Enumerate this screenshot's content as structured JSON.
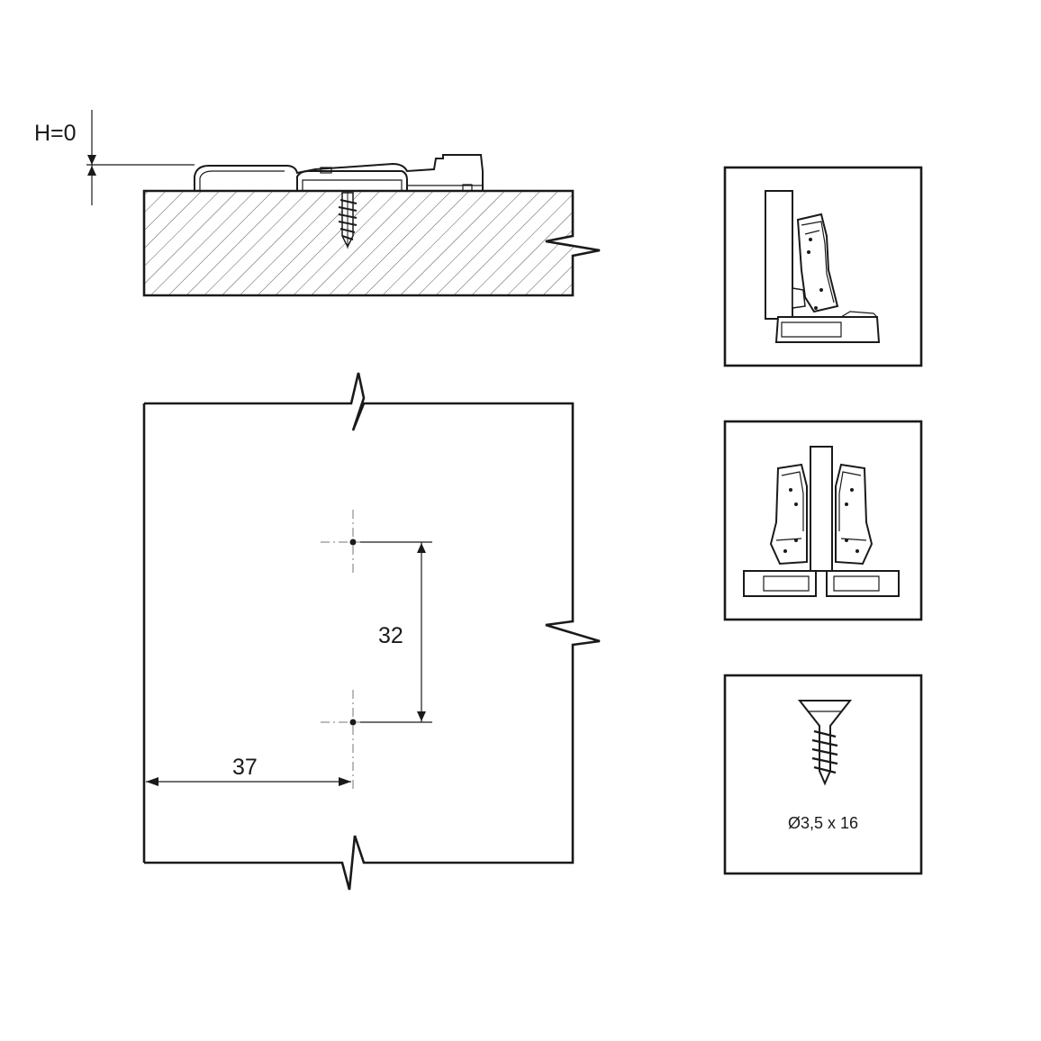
{
  "section_view": {
    "height_label": "H=0"
  },
  "plan_view": {
    "vertical_dimension": "32",
    "horizontal_dimension": "37"
  },
  "icon_panels": [
    {
      "name": "hinge-single",
      "icon": "hinge-side-view-icon"
    },
    {
      "name": "hinge-double",
      "icon": "hinge-double-mount-icon"
    },
    {
      "name": "screw",
      "icon": "screw-icon",
      "label": "Ø3,5 x 16"
    }
  ],
  "colors": {
    "stroke": "#1a1a1a",
    "background": "#ffffff"
  }
}
